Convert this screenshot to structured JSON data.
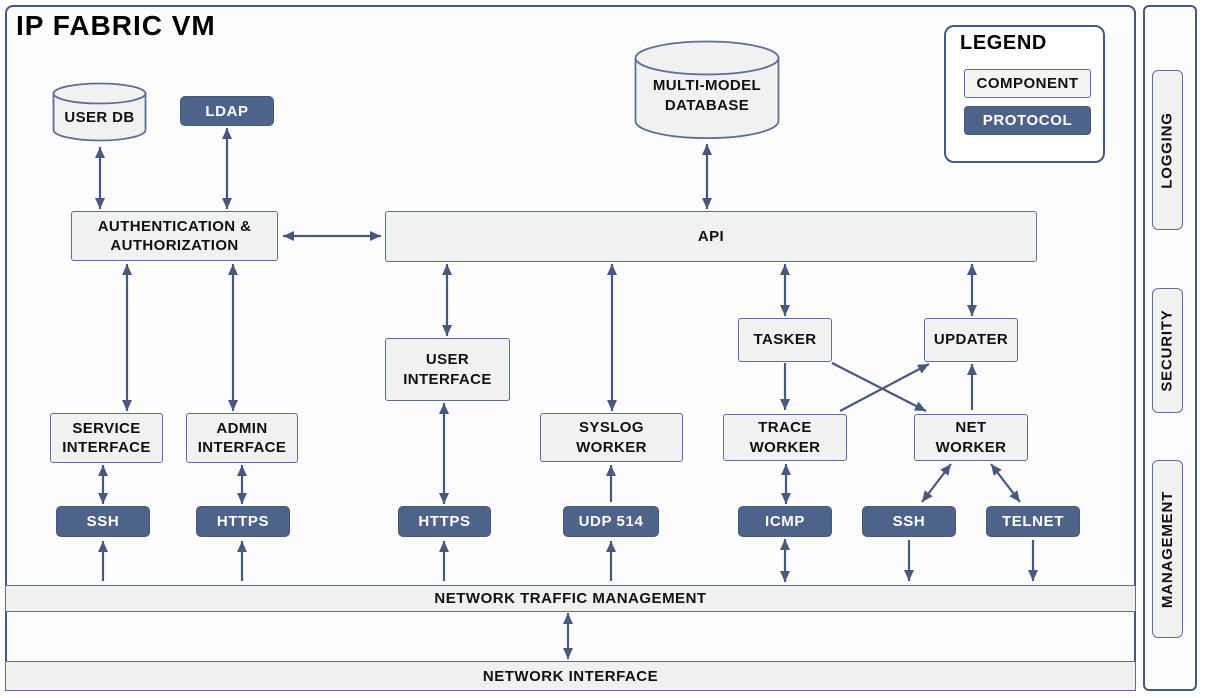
{
  "title": "IP FABRIC VM",
  "legend": {
    "title": "LEGEND",
    "component": "COMPONENT",
    "protocol": "PROTOCOL"
  },
  "sidebar": {
    "items": [
      {
        "label": "LOGGING"
      },
      {
        "label": "SECURITY"
      },
      {
        "label": "MANAGEMENT"
      }
    ]
  },
  "components": {
    "user_db": "USER DB",
    "multi_model_database": "MULTI-MODEL DATABASE",
    "authentication_authorization": "AUTHENTICATION & AUTHORIZATION",
    "api": "API",
    "user_interface": "USER INTERFACE",
    "tasker": "TASKER",
    "updater": "UPDATER",
    "service_interface": "SERVICE INTERFACE",
    "admin_interface": "ADMIN INTERFACE",
    "syslog_worker": "SYSLOG WORKER",
    "trace_worker": "TRACE WORKER",
    "net_worker": "NET WORKER",
    "network_traffic_management": "NETWORK TRAFFIC MANAGEMENT",
    "network_interface": "NETWORK INTERFACE"
  },
  "protocols": {
    "ldap": "LDAP",
    "ssh_service": "SSH",
    "https_admin": "HTTPS",
    "https_user": "HTTPS",
    "udp_514": "UDP 514",
    "icmp": "ICMP",
    "ssh_net": "SSH",
    "telnet": "TELNET"
  },
  "colors": {
    "component_fill": "#f1f1f2",
    "protocol_fill": "#4e6389",
    "box_border": "#5d6f95",
    "frame_border": "#44597f",
    "arrow": "#47597e",
    "component_text": "#111111",
    "protocol_text": "#ffffff"
  },
  "connections": [
    {
      "from": "user_db",
      "to": "authentication_authorization",
      "type": "bidirectional"
    },
    {
      "from": "ldap",
      "to": "authentication_authorization",
      "type": "bidirectional"
    },
    {
      "from": "authentication_authorization",
      "to": "api",
      "type": "bidirectional"
    },
    {
      "from": "multi_model_database",
      "to": "api",
      "type": "bidirectional"
    },
    {
      "from": "authentication_authorization",
      "to": "service_interface",
      "type": "bidirectional"
    },
    {
      "from": "authentication_authorization",
      "to": "admin_interface",
      "type": "bidirectional"
    },
    {
      "from": "api",
      "to": "user_interface",
      "type": "bidirectional"
    },
    {
      "from": "api",
      "to": "syslog_worker",
      "type": "bidirectional"
    },
    {
      "from": "api",
      "to": "tasker",
      "type": "bidirectional"
    },
    {
      "from": "api",
      "to": "updater",
      "type": "bidirectional"
    },
    {
      "from": "tasker",
      "to": "trace_worker",
      "type": "directed"
    },
    {
      "from": "tasker",
      "to": "net_worker",
      "type": "directed"
    },
    {
      "from": "trace_worker",
      "to": "updater",
      "type": "directed"
    },
    {
      "from": "net_worker",
      "to": "updater",
      "type": "directed"
    },
    {
      "from": "service_interface",
      "to": "ssh_service",
      "type": "bidirectional"
    },
    {
      "from": "admin_interface",
      "to": "https_admin",
      "type": "bidirectional"
    },
    {
      "from": "user_interface",
      "to": "https_user",
      "type": "bidirectional"
    },
    {
      "from": "udp_514",
      "to": "syslog_worker",
      "type": "directed"
    },
    {
      "from": "trace_worker",
      "to": "icmp",
      "type": "bidirectional"
    },
    {
      "from": "net_worker",
      "to": "ssh_net",
      "type": "bidirectional"
    },
    {
      "from": "net_worker",
      "to": "telnet",
      "type": "bidirectional"
    },
    {
      "from": "network_traffic_management",
      "to": "ssh_service",
      "type": "directed"
    },
    {
      "from": "network_traffic_management",
      "to": "https_admin",
      "type": "directed"
    },
    {
      "from": "network_traffic_management",
      "to": "https_user",
      "type": "directed"
    },
    {
      "from": "network_traffic_management",
      "to": "udp_514",
      "type": "directed"
    },
    {
      "from": "icmp",
      "to": "network_traffic_management",
      "type": "bidirectional"
    },
    {
      "from": "ssh_net",
      "to": "network_traffic_management",
      "type": "directed"
    },
    {
      "from": "telnet",
      "to": "network_traffic_management",
      "type": "directed"
    },
    {
      "from": "network_traffic_management",
      "to": "network_interface",
      "type": "bidirectional"
    }
  ]
}
